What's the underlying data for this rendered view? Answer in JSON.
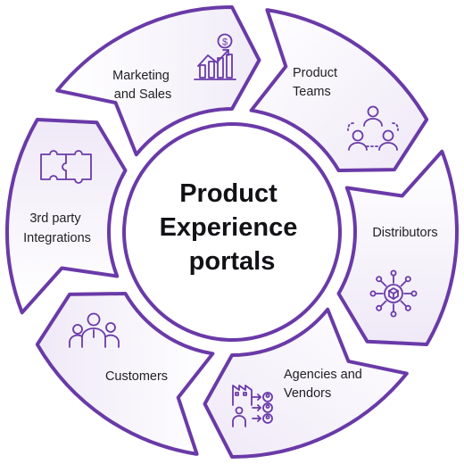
{
  "center": {
    "lines": [
      "Product",
      "Experience",
      "portals"
    ]
  },
  "colors": {
    "accent": "#6a3aa8",
    "segment_fill_light": "#ffffff",
    "segment_fill_dark": "#f0ebf8",
    "text": "#1f1f24"
  },
  "segments": [
    {
      "label_lines": [
        "Marketing",
        "and Sales"
      ],
      "icon": "chart-dollar-icon"
    },
    {
      "label_lines": [
        "Product",
        "Teams"
      ],
      "icon": "team-network-icon"
    },
    {
      "label_lines": [
        "Distributors"
      ],
      "icon": "hub-network-icon"
    },
    {
      "label_lines": [
        "Agencies and",
        "Vendors"
      ],
      "icon": "factory-distribution-icon"
    },
    {
      "label_lines": [
        "Customers"
      ],
      "icon": "customers-group-icon"
    },
    {
      "label_lines": [
        "3rd party",
        "Integrations"
      ],
      "icon": "puzzle-icon"
    }
  ]
}
